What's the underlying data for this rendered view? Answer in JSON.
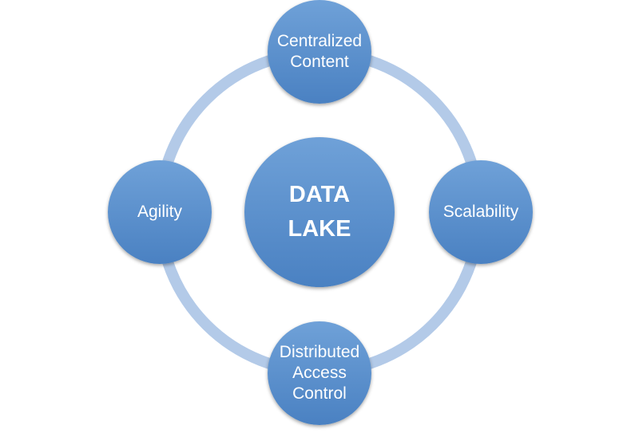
{
  "diagram": {
    "center_label": "DATA LAKE",
    "nodes": [
      {
        "label": "Centralized Content"
      },
      {
        "label": "Agility"
      },
      {
        "label": "Scalability"
      },
      {
        "label": "Distributed Access Control"
      }
    ]
  },
  "colors": {
    "node_fill_light": "#6fa1d8",
    "node_fill_dark": "#4a81c2",
    "ring_stroke": "#b3cae8",
    "text": "#ffffff"
  }
}
